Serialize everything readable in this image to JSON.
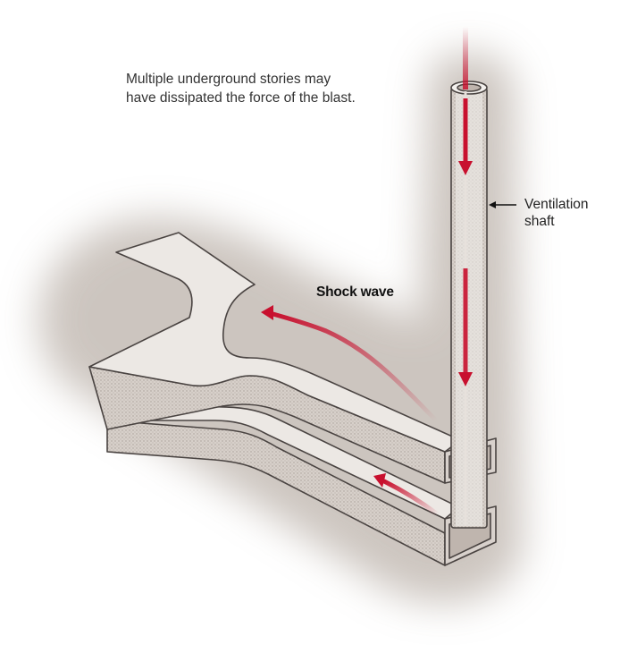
{
  "caption": "Multiple underground stories may have dissipated the force of the blast.",
  "labels": {
    "ventilation_line1": "Ventilation",
    "ventilation_line2": "shaft",
    "shock_wave": "Shock wave"
  },
  "colors": {
    "arrow_red": "#c8102e",
    "wall_fill": "#e7e2de",
    "wall_dark": "#cfc7c1",
    "outline": "#4a4442",
    "soil": "#bdb3ab"
  }
}
